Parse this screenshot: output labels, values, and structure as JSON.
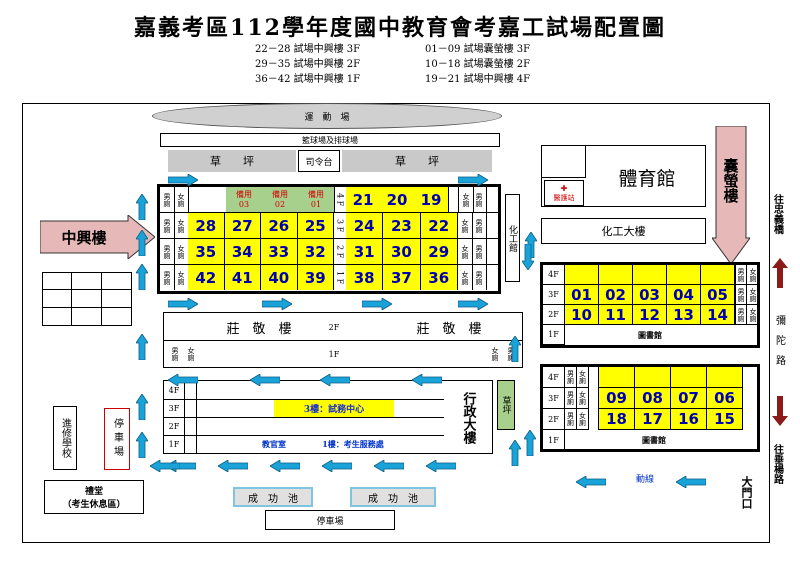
{
  "title": "嘉義考區112學年度國中教育會考嘉工試場配置圖",
  "legend": [
    [
      "22－28 試場中興樓 3F",
      "01－09 試場囊螢樓 3F"
    ],
    [
      "29－35 試場中興樓 2F",
      "10－18 試場囊螢樓 2F"
    ],
    [
      "36－42 試場中興樓 1F",
      "19－21 試場中興樓 4F"
    ]
  ],
  "labels": {
    "sports_field": "運　動　場",
    "court": "籃球場及排球場",
    "lawn": "草　　坪",
    "podium": "司令台",
    "gym": "體育館",
    "nurse": "醫護站",
    "nangying": "囊螢樓",
    "zhongxing": "中興樓",
    "chem": "化工大樓",
    "chem_hall": "化工館",
    "zhuangjing": "莊　敬　樓",
    "library": "圖書館",
    "admin": "行政大樓",
    "lawn2": "草坪",
    "exam_center": "3樓：試務中心",
    "staff_room": "教官室",
    "service": "1樓：考生服務處",
    "continuing": "進修學校",
    "parking_v": "停車場",
    "auditorium": "禮堂",
    "rest_area": "（考生休息區）",
    "pond": "成　功　池",
    "parking": "停車場",
    "route": "動線",
    "gate": "大門口",
    "east_road": "往忠義橋",
    "mituo": "彌陀路",
    "south_road": "往垂楊路",
    "male": "男廁",
    "female": "女廁",
    "reserve": "備用",
    "floor4": "4F",
    "floor3": "3F",
    "floor2": "2F",
    "floor1": "1F",
    "fl4": "4 F",
    "fl3": "3 F",
    "fl2": "2 F",
    "fl1": "1 F"
  },
  "zhongxing_rooms": {
    "reserve_codes": [
      "03",
      "02",
      "01"
    ],
    "f4": [
      "21",
      "20",
      "19"
    ],
    "f3w": [
      "28",
      "27",
      "26",
      "25"
    ],
    "f3e": [
      "24",
      "23",
      "22"
    ],
    "f2w": [
      "35",
      "34",
      "33",
      "32"
    ],
    "f2e": [
      "31",
      "30",
      "29"
    ],
    "f1w": [
      "42",
      "41",
      "40",
      "39"
    ],
    "f1e": [
      "38",
      "37",
      "36"
    ]
  },
  "nangying_rooms": {
    "f3": [
      "01",
      "02",
      "03",
      "04",
      "05"
    ],
    "f2": [
      "10",
      "11",
      "12",
      "13",
      "14"
    ]
  },
  "library_rooms": {
    "f3": [
      "09",
      "08",
      "07",
      "06"
    ],
    "f2": [
      "18",
      "17",
      "16",
      "15"
    ]
  },
  "colors": {
    "room_fill": "#ffff00",
    "reserve_fill": "#a8d08d",
    "arrow": "#1aa3d8",
    "nangying_arrow": "#e6b8b7",
    "red_arrow": "#8b1a1a"
  }
}
